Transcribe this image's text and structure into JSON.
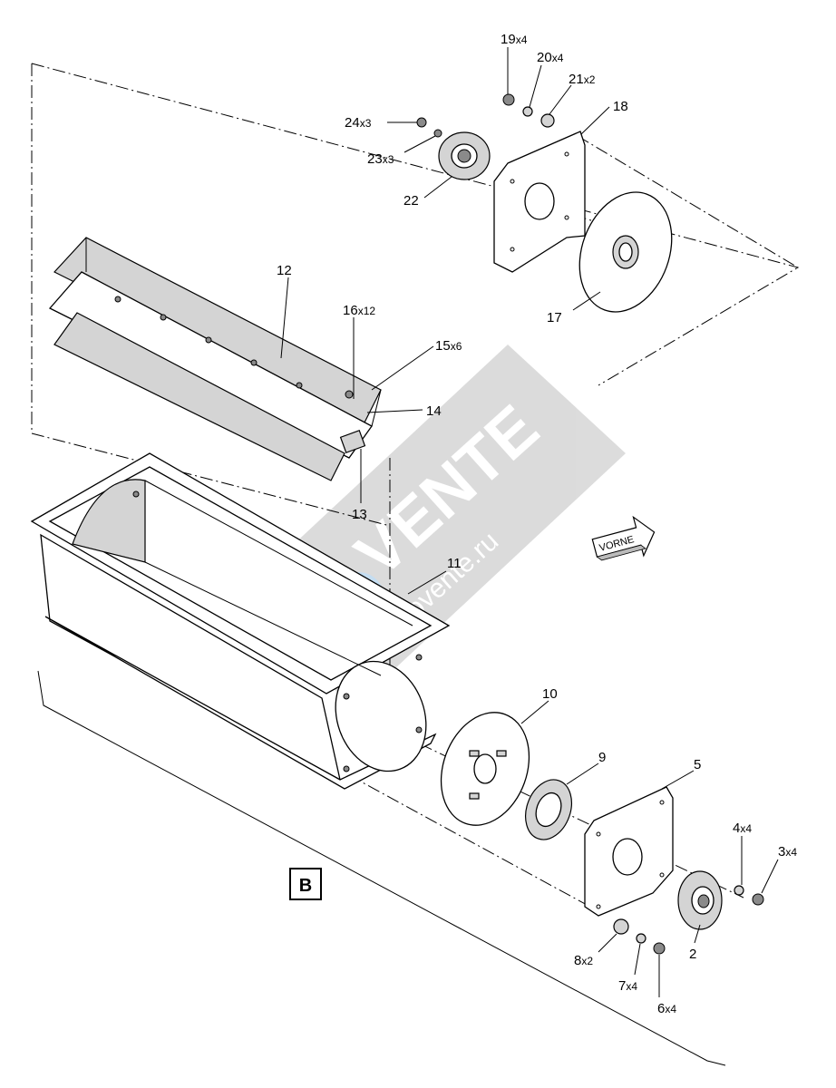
{
  "section_label": "B",
  "direction_arrow_label": "VORNE",
  "watermark": {
    "brand": "VENTE",
    "site": "movente.ru"
  },
  "callouts": [
    {
      "id": "c2",
      "number": "2",
      "qty": ""
    },
    {
      "id": "c3",
      "number": "3",
      "qty": "x4"
    },
    {
      "id": "c4",
      "number": "4",
      "qty": "x4"
    },
    {
      "id": "c5",
      "number": "5",
      "qty": ""
    },
    {
      "id": "c6",
      "number": "6",
      "qty": "x4"
    },
    {
      "id": "c7",
      "number": "7",
      "qty": "x4"
    },
    {
      "id": "c8",
      "number": "8",
      "qty": "x2"
    },
    {
      "id": "c9",
      "number": "9",
      "qty": ""
    },
    {
      "id": "c10",
      "number": "10",
      "qty": ""
    },
    {
      "id": "c11",
      "number": "11",
      "qty": ""
    },
    {
      "id": "c12",
      "number": "12",
      "qty": ""
    },
    {
      "id": "c13",
      "number": "13",
      "qty": ""
    },
    {
      "id": "c14",
      "number": "14",
      "qty": ""
    },
    {
      "id": "c15",
      "number": "15",
      "qty": "x6"
    },
    {
      "id": "c16",
      "number": "16",
      "qty": "x12"
    },
    {
      "id": "c17",
      "number": "17",
      "qty": ""
    },
    {
      "id": "c18",
      "number": "18",
      "qty": ""
    },
    {
      "id": "c19",
      "number": "19",
      "qty": "x4"
    },
    {
      "id": "c20",
      "number": "20",
      "qty": "x4"
    },
    {
      "id": "c21",
      "number": "21",
      "qty": "x2"
    },
    {
      "id": "c22",
      "number": "22",
      "qty": ""
    },
    {
      "id": "c23",
      "number": "23",
      "qty": "x3"
    },
    {
      "id": "c24",
      "number": "24",
      "qty": "x3"
    }
  ]
}
